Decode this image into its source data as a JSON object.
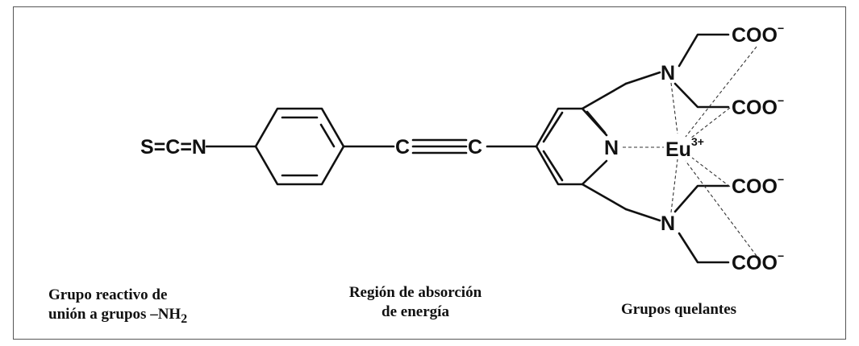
{
  "labels": {
    "scn": "S=C=N",
    "c_left": "C",
    "c_right": "C",
    "n_pyridine": "N",
    "n_top": "N",
    "n_bottom": "N",
    "eu": "Eu",
    "eu_charge": "3+",
    "coo": "COO",
    "coo_charge": "−"
  },
  "captions": {
    "reactive_line1": "Grupo reactivo de",
    "reactive_line2_prefix": "unión a grupos –NH",
    "reactive_line2_sub": "2",
    "absorption_line1": "Región de absorción",
    "absorption_line2": "de energía",
    "chelating": "Grupos quelantes"
  }
}
